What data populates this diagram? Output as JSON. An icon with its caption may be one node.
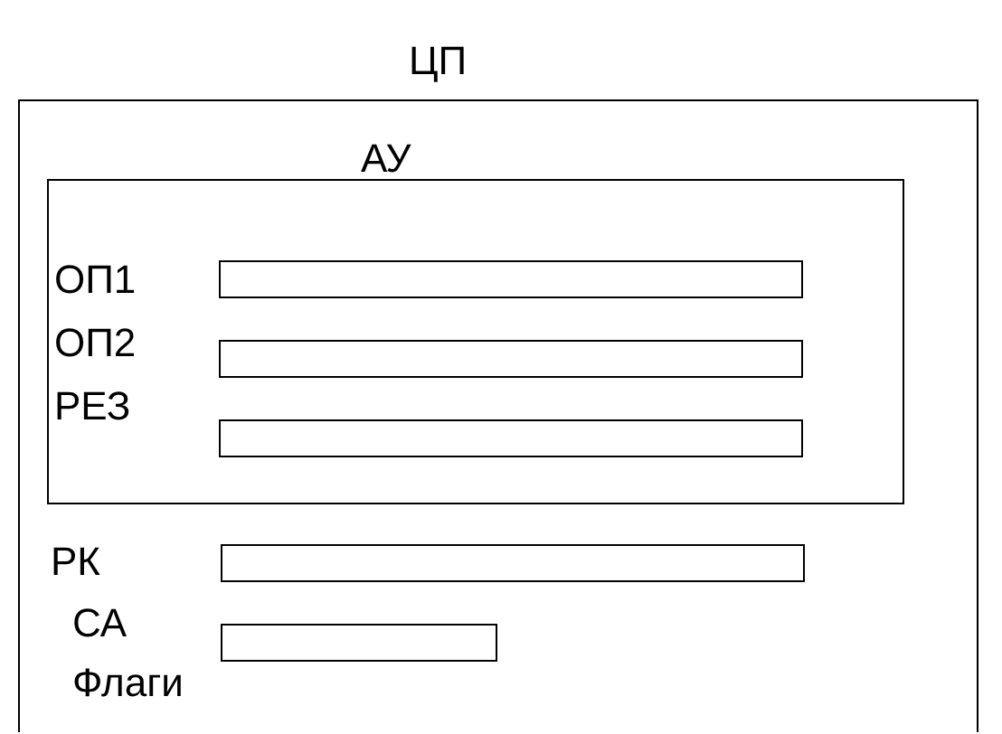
{
  "diagram": {
    "nodes": [
      {
        "text": [
          "ЦП"
        ]
      },
      {
        "text": [
          "АУ"
        ],
        "in": 0
      },
      {
        "text": [],
        "shape": "box",
        "in": 1
      },
      {
        "text": [],
        "shape": "box",
        "in": 1
      },
      {
        "text": [],
        "shape": "box",
        "in": 1
      },
      {
        "text": [],
        "shape": "box",
        "in": 0
      },
      {
        "text": [],
        "shape": "box",
        "in": 0
      }
    ],
    "edges": [],
    "labels": [
      "ОП1",
      "ОП2",
      "РЕЗ",
      "РК",
      "СА",
      "Флаги"
    ]
  }
}
